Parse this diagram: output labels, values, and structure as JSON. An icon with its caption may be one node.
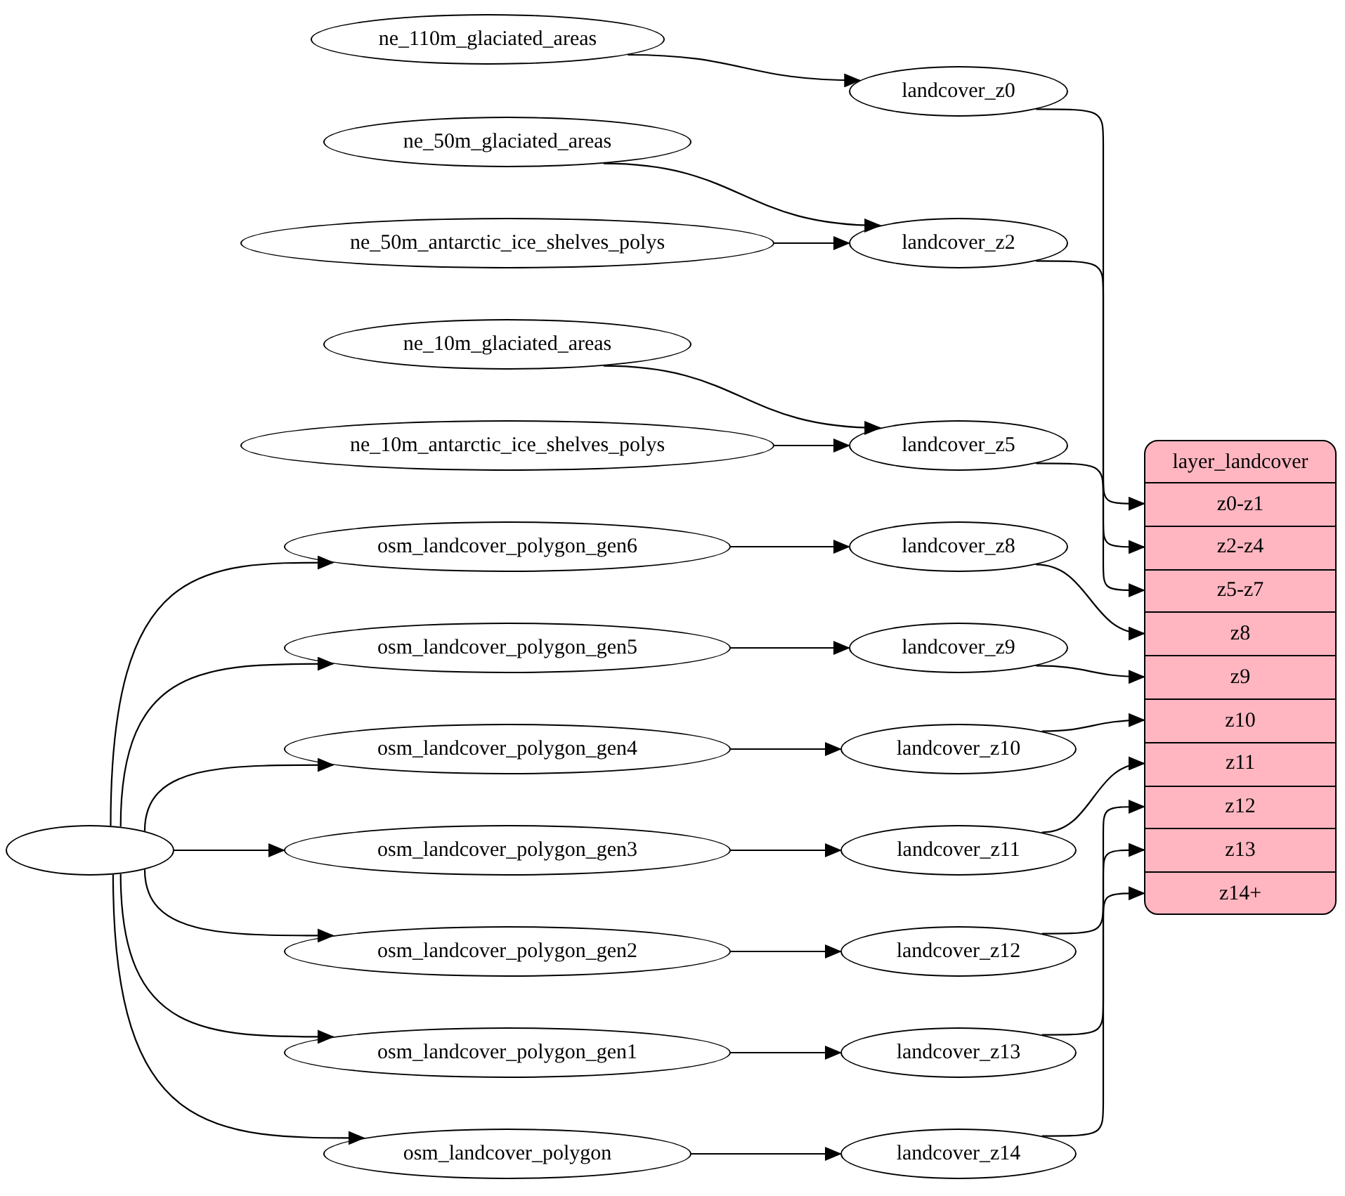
{
  "diagram": {
    "nodes": [
      {
        "text": [
          "ne_110m_glaciated_areas"
        ]
      },
      {
        "text": [
          "landcover_z0"
        ]
      },
      {
        "text": [
          "ne_50m_glaciated_areas"
        ]
      },
      {
        "text": [
          "ne_50m_antarctic_ice_shelves_polys"
        ]
      },
      {
        "text": [
          "landcover_z2"
        ]
      },
      {
        "text": [
          "ne_10m_glaciated_areas"
        ]
      },
      {
        "text": [
          "ne_10m_antarctic_ice_shelves_polys"
        ]
      },
      {
        "text": [
          "landcover_z5"
        ]
      },
      {
        "text": [
          "osm_landcover_polygon_gen6"
        ]
      },
      {
        "text": [
          "landcover_z8"
        ]
      },
      {
        "text": [
          "osm_landcover_polygon_gen5"
        ]
      },
      {
        "text": [
          "landcover_z9"
        ]
      },
      {
        "text": [
          "osm_landcover_polygon_gen4"
        ]
      },
      {
        "text": [
          "landcover_z10"
        ]
      },
      {
        "text": [],
        "shape": "ellipse"
      },
      {
        "text": [
          "osm_landcover_polygon_gen3"
        ]
      },
      {
        "text": [
          "landcover_z11"
        ]
      },
      {
        "text": [
          "osm_landcover_polygon_gen2"
        ]
      },
      {
        "text": [
          "landcover_z12"
        ]
      },
      {
        "text": [
          "osm_landcover_polygon_gen1"
        ]
      },
      {
        "text": [
          "landcover_z13"
        ]
      },
      {
        "text": [
          "osm_landcover_polygon"
        ]
      },
      {
        "text": [
          "landcover_z14"
        ]
      },
      {
        "text": [
          "layer_landcover"
        ]
      },
      {
        "text": [
          "z0-z1"
        ],
        "in": 23
      },
      {
        "text": [
          "z2-z4"
        ],
        "in": 23
      },
      {
        "text": [
          "z5-z7"
        ],
        "in": 23
      },
      {
        "text": [
          "z8"
        ],
        "in": 23
      },
      {
        "text": [
          "z9"
        ],
        "in": 23
      },
      {
        "text": [
          "z10"
        ],
        "in": 23
      },
      {
        "text": [
          "z11"
        ],
        "in": 23
      },
      {
        "text": [
          "z12"
        ],
        "in": 23
      },
      {
        "text": [
          "z13"
        ],
        "in": 23
      },
      {
        "text": [
          "z14+"
        ],
        "in": 23
      }
    ],
    "edges": [
      {
        "from": 0,
        "to": 1,
        "arrow": "to"
      },
      {
        "from": 2,
        "to": 4,
        "arrow": "to"
      },
      {
        "from": 3,
        "to": 4,
        "arrow": "to"
      },
      {
        "from": 5,
        "to": 7,
        "arrow": "to"
      },
      {
        "from": 6,
        "to": 7,
        "arrow": "to"
      },
      {
        "from": 8,
        "to": 9,
        "arrow": "to"
      },
      {
        "from": 10,
        "to": 11,
        "arrow": "to"
      },
      {
        "from": 12,
        "to": 13,
        "arrow": "to"
      },
      {
        "from": 15,
        "to": 16,
        "arrow": "to"
      },
      {
        "from": 17,
        "to": 18,
        "arrow": "to"
      },
      {
        "from": 19,
        "to": 20,
        "arrow": "to"
      },
      {
        "from": 21,
        "to": 22,
        "arrow": "to"
      },
      {
        "from": 14,
        "to": 8,
        "arrow": "to"
      },
      {
        "from": 14,
        "to": 10,
        "arrow": "to"
      },
      {
        "from": 14,
        "to": 12,
        "arrow": "to"
      },
      {
        "from": 14,
        "to": 15,
        "arrow": "to"
      },
      {
        "from": 14,
        "to": 17,
        "arrow": "to"
      },
      {
        "from": 14,
        "to": 19,
        "arrow": "to"
      },
      {
        "from": 14,
        "to": 21,
        "arrow": "to"
      },
      {
        "from": 1,
        "to": 24,
        "arrow": "to"
      },
      {
        "from": 4,
        "to": 25,
        "arrow": "to"
      },
      {
        "from": 7,
        "to": 26,
        "arrow": "to"
      },
      {
        "from": 9,
        "to": 27,
        "arrow": "to"
      },
      {
        "from": 11,
        "to": 28,
        "arrow": "to"
      },
      {
        "from": 13,
        "to": 29,
        "arrow": "to"
      },
      {
        "from": 16,
        "to": 30,
        "arrow": "to"
      },
      {
        "from": 18,
        "to": 31,
        "arrow": "to"
      },
      {
        "from": 20,
        "to": 32,
        "arrow": "to"
      },
      {
        "from": 22,
        "to": 33,
        "arrow": "to"
      }
    ]
  }
}
